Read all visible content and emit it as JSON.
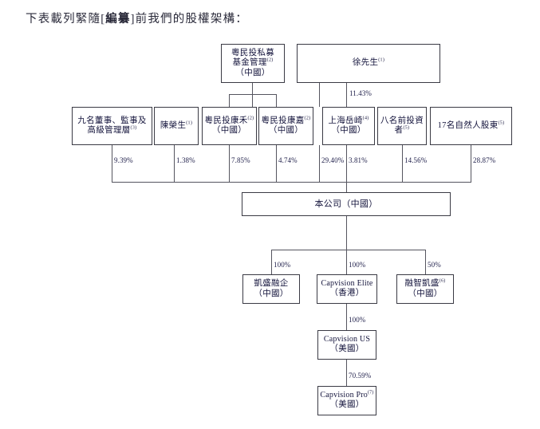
{
  "document": {
    "heading_pre": "下表載列緊隨[",
    "heading_bold": "編纂",
    "heading_post": "]前我們的股權架構："
  },
  "chart_data": {
    "type": "diagram",
    "title": "下表載列緊隨[編纂]前我們的股權架構：",
    "diagram_kind": "corporate-shareholding-structure",
    "nodes": [
      {
        "id": "yuemin_fund",
        "line1": "粵民投私募",
        "line2": "基金管理",
        "sup": "(2)",
        "line3": "（中國）",
        "level": 0
      },
      {
        "id": "mr_xu",
        "line1": "徐先生",
        "sup": "(1)",
        "level": 0
      },
      {
        "id": "nine_directors",
        "line1": "九名董事、監事及",
        "line2": "高級管理層",
        "sup": "(3)",
        "level": 1
      },
      {
        "id": "chen_rongsheng",
        "line1": "陳榮生",
        "sup": "(1)",
        "level": 1
      },
      {
        "id": "kanghe",
        "line1": "粵民投康禾",
        "sup": "(2)",
        "line2": "（中國）",
        "level": 1
      },
      {
        "id": "kangjia",
        "line1": "粵民投康嘉",
        "sup": "(2)",
        "line2": "（中國）",
        "level": 1
      },
      {
        "id": "shanghai_yueqi",
        "line1": "上海岳崎",
        "sup": "(4)",
        "line2": "（中國）",
        "level": 1
      },
      {
        "id": "eight_investors",
        "line1": "八名前投資",
        "line2": "者",
        "sup": "(5)",
        "level": 1
      },
      {
        "id": "seventeen_natural",
        "line1": "17名自然人股東",
        "sup": "(5)",
        "level": 1
      },
      {
        "id": "company",
        "line1": "本公司（中國）",
        "level": 2
      },
      {
        "id": "kaisheng_rongqi",
        "line1": "凱盛融企",
        "line2": "（中國）",
        "level": 3
      },
      {
        "id": "capvision_elite",
        "line1": "Capvision Elite",
        "line2": "（香港）",
        "level": 3
      },
      {
        "id": "rongzhi_kaisheng",
        "line1": "融智凱盛",
        "sup": "(6)",
        "line2": "（中國）",
        "level": 3
      },
      {
        "id": "capvision_us",
        "line1": "Capvision US",
        "line2": "（美國）",
        "level": 4
      },
      {
        "id": "capvision_pro",
        "line1": "Capvision Pro",
        "sup": "(7)",
        "line2": "（美國）",
        "level": 5
      }
    ],
    "edges": [
      {
        "from": "mr_xu",
        "to": "shanghai_yueqi",
        "label": "11.43%"
      },
      {
        "from": "nine_directors",
        "to": "company",
        "label": "9.39%"
      },
      {
        "from": "chen_rongsheng",
        "to": "company",
        "label": "1.38%"
      },
      {
        "from": "kanghe",
        "to": "company",
        "label": "7.85%"
      },
      {
        "from": "kangjia",
        "to": "company",
        "label": "4.74%"
      },
      {
        "from": "shanghai_yueqi",
        "to": "company",
        "label": "29.40%"
      },
      {
        "from": "eight_investors_left",
        "to": "company",
        "label": "3.81%"
      },
      {
        "from": "eight_investors",
        "to": "company",
        "label": "14.56%"
      },
      {
        "from": "seventeen_natural",
        "to": "company",
        "label": "28.87%"
      },
      {
        "from": "company",
        "to": "kaisheng_rongqi",
        "label": "100%"
      },
      {
        "from": "company",
        "to": "capvision_elite",
        "label": "100%"
      },
      {
        "from": "company",
        "to": "rongzhi_kaisheng",
        "label": "50%"
      },
      {
        "from": "capvision_elite",
        "to": "capvision_us",
        "label": "100%"
      },
      {
        "from": "capvision_us",
        "to": "capvision_pro",
        "label": "70.59%"
      }
    ],
    "percent_labels": [
      "11.43%",
      "9.39%",
      "1.38%",
      "7.85%",
      "4.74%",
      "29.40%",
      "3.81%",
      "14.56%",
      "28.87%",
      "100%",
      "100%",
      "50%",
      "100%",
      "70.59%"
    ]
  },
  "nodes": {
    "yuemin_fund": {
      "l1": "粵民投私募",
      "l2": "基金管理",
      "sup": "(2)",
      "l3": "（中國）"
    },
    "mr_xu": {
      "l1": "徐先生",
      "sup": "(1)"
    },
    "nine_directors": {
      "l1": "九名董事、監事及",
      "l2": "高級管理層",
      "sup": "(3)"
    },
    "chen_rongsheng": {
      "l1": "陳榮生",
      "sup": "(1)"
    },
    "kanghe": {
      "l1": "粵民投康禾",
      "sup": "(2)",
      "l2": "（中國）"
    },
    "kangjia": {
      "l1": "粵民投康嘉",
      "sup": "(2)",
      "l2": "（中國）"
    },
    "shanghai_yueqi": {
      "l1": "上海岳崎",
      "sup": "(4)",
      "l2": "（中國）"
    },
    "eight_investors": {
      "l1": "八名前投資",
      "l2": "者",
      "sup": "(5)"
    },
    "seventeen_natural": {
      "l1": "17名自然人股東",
      "sup": "(5)"
    },
    "company": {
      "l1": "本公司（中國）"
    },
    "kaisheng_rongqi": {
      "l1": "凱盛融企",
      "l2": "（中國）"
    },
    "capvision_elite": {
      "l1": "Capvision Elite",
      "l2": "（香港）"
    },
    "rongzhi_kaisheng": {
      "l1": "融智凱盛",
      "sup": "(6)",
      "l2": "（中國）"
    },
    "capvision_us": {
      "l1": "Capvision US",
      "l2": "（美國）"
    },
    "capvision_pro": {
      "l1": "Capvision Pro",
      "sup": "(7)",
      "l2": "（美國）"
    }
  },
  "percents": {
    "xu_to_yueqi": "11.43%",
    "nine_directors": "9.39%",
    "chen": "1.38%",
    "kanghe": "7.85%",
    "kangjia": "4.74%",
    "yueqi": "29.40%",
    "xu_direct": "3.81%",
    "eight": "14.56%",
    "seventeen": "28.87%",
    "kaisheng": "100%",
    "elite": "100%",
    "rongzhi": "50%",
    "capvision_us": "100%",
    "capvision_pro": "70.59%"
  }
}
